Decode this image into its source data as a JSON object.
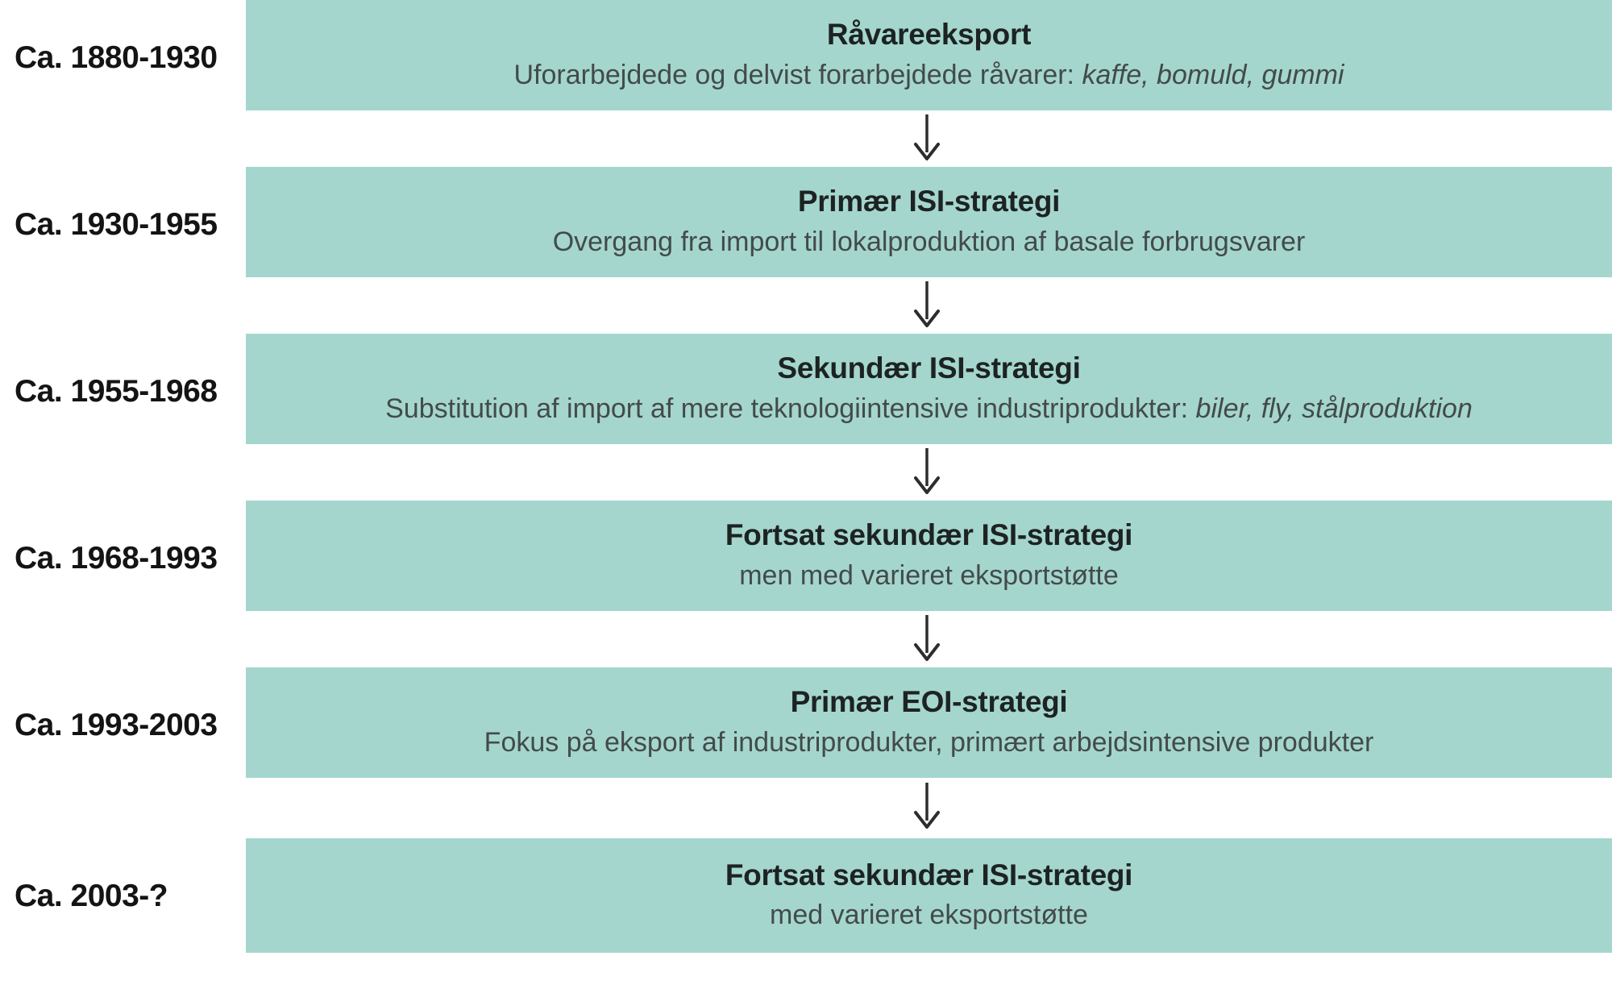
{
  "colors": {
    "accent": "#a4d6ce",
    "title_color": "#1d2322",
    "desc_color": "#434b4a",
    "period_color": "#141414",
    "arrow_color": "#2d2d2d"
  },
  "diagram": {
    "stages": [
      {
        "period": "Ca. 1880-1930",
        "title": "Råvareeksport",
        "desc": "Uforarbejdede og delvist forarbejdede råvarer: ",
        "desc_italic": "kaffe, bomuld, gummi"
      },
      {
        "period": "Ca. 1930-1955",
        "title": "Primær ISI-strategi",
        "desc": "Overgang fra import til lokalproduktion af basale forbrugsvarer",
        "desc_italic": ""
      },
      {
        "period": "Ca. 1955-1968",
        "title": "Sekundær ISI-strategi",
        "desc": "Substitution af import af mere teknologiintensive industriprodukter: ",
        "desc_italic": "biler, fly, stålproduktion"
      },
      {
        "period": "Ca. 1968-1993",
        "title": "Fortsat sekundær ISI-strategi",
        "desc": "men med varieret eksportstøtte",
        "desc_italic": ""
      },
      {
        "period": "Ca. 1993-2003",
        "title": "Primær EOI-strategi",
        "desc": "Fokus på eksport af industriprodukter, primært arbejdsintensive produkter",
        "desc_italic": ""
      },
      {
        "period": "Ca. 2003-?",
        "title": "Fortsat sekundær ISI-strategi",
        "desc": "med varieret eksportstøtte",
        "desc_italic": ""
      }
    ]
  }
}
